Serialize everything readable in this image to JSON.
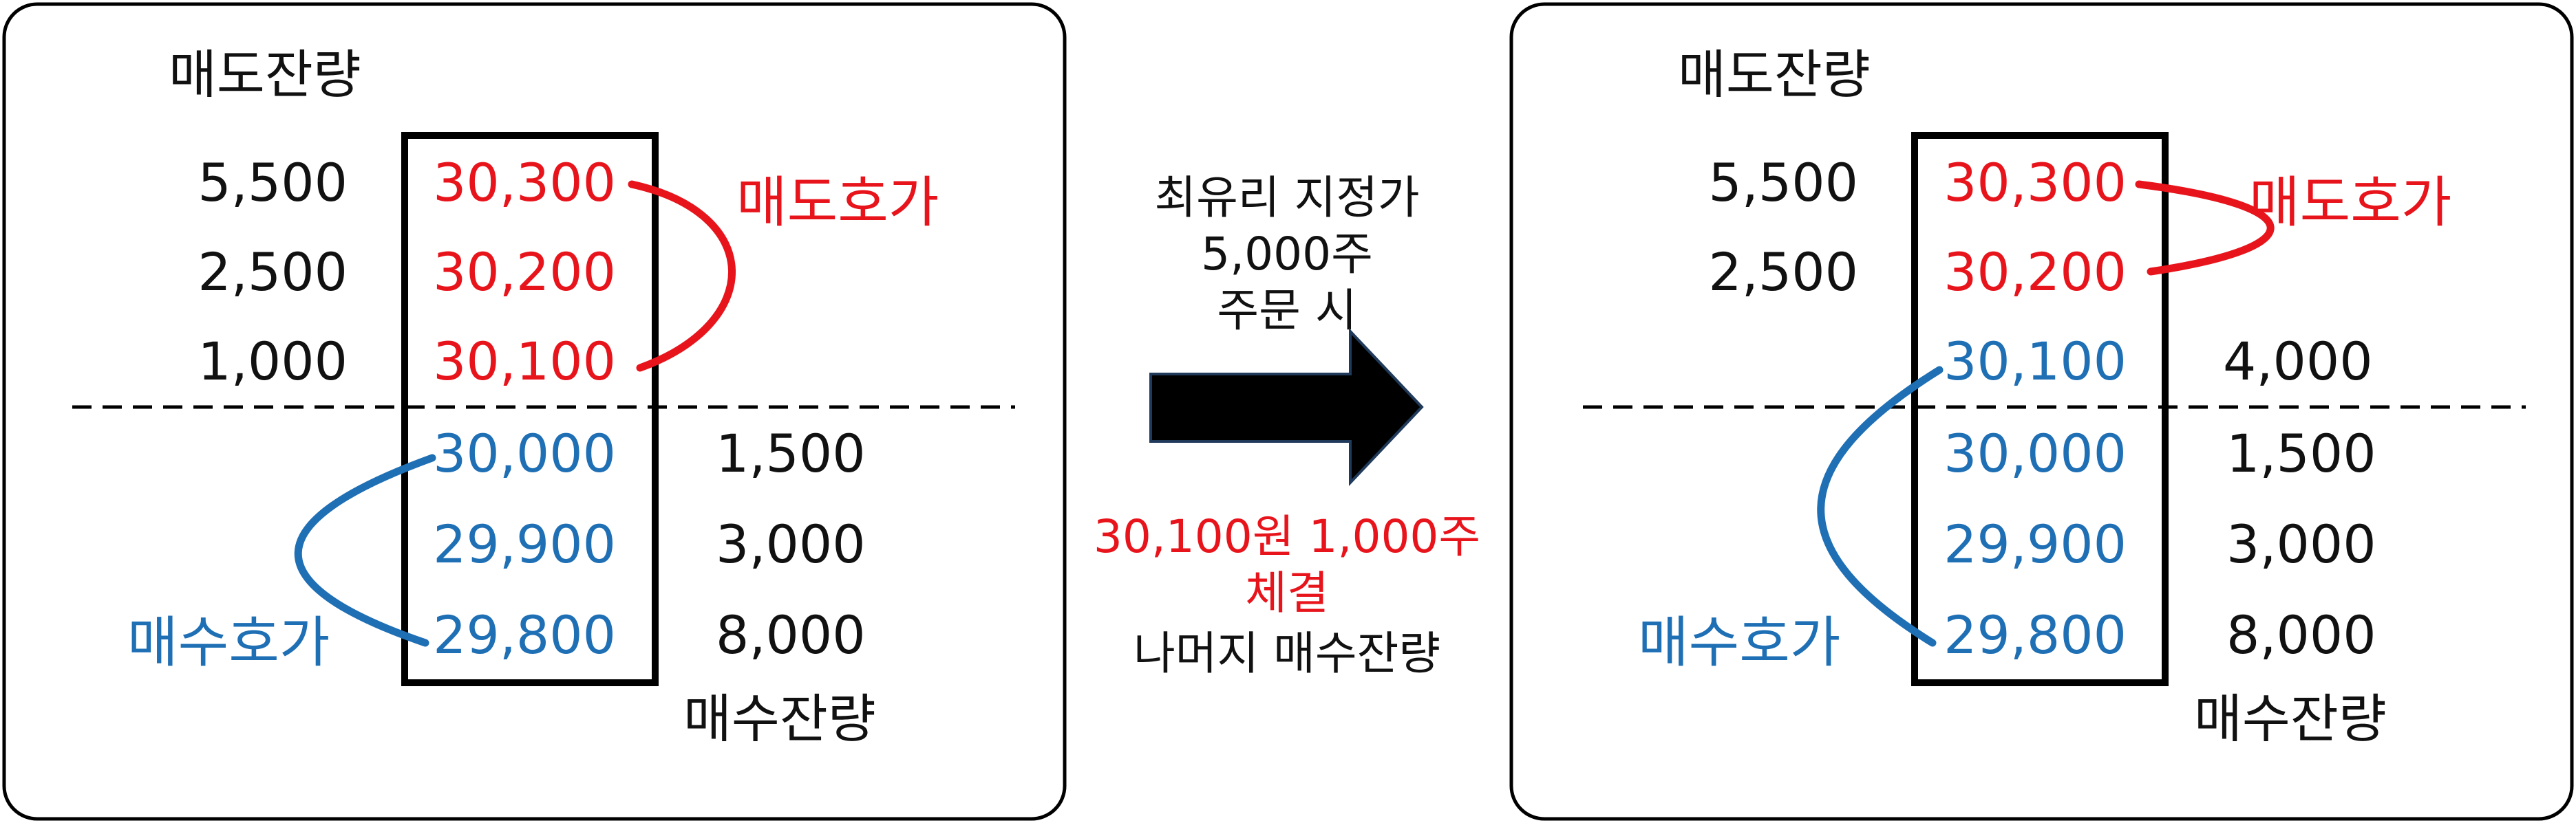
{
  "colors": {
    "ask": "#e8141c",
    "bid": "#1f6fb5",
    "text": "#111111",
    "frame": "#000000"
  },
  "before": {
    "sell_remaining_label": "매도잔량",
    "buy_remaining_label": "매수잔량",
    "ask_label": "매도호가",
    "bid_label": "매수호가",
    "asks": [
      {
        "price": "30,300",
        "qty": "5,500"
      },
      {
        "price": "30,200",
        "qty": "2,500"
      },
      {
        "price": "30,100",
        "qty": "1,000"
      }
    ],
    "bids": [
      {
        "price": "30,000",
        "qty": "1,500"
      },
      {
        "price": "29,900",
        "qty": "3,000"
      },
      {
        "price": "29,800",
        "qty": "8,000"
      }
    ]
  },
  "transition": {
    "order_lines": [
      "최유리 지정가",
      "5,000주",
      "주문 시"
    ],
    "result_lines": [
      "30,100원 1,000주",
      "체결"
    ],
    "remaining_line": "나머지 매수잔량"
  },
  "after": {
    "sell_remaining_label": "매도잔량",
    "buy_remaining_label": "매수잔량",
    "ask_label": "매도호가",
    "bid_label": "매수호가",
    "asks": [
      {
        "price": "30,300",
        "qty": "5,500"
      },
      {
        "price": "30,200",
        "qty": "2,500"
      }
    ],
    "bids": [
      {
        "price": "30,100",
        "qty": "4,000"
      },
      {
        "price": "30,000",
        "qty": "1,500"
      },
      {
        "price": "29,900",
        "qty": "3,000"
      },
      {
        "price": "29,800",
        "qty": "8,000"
      }
    ]
  }
}
